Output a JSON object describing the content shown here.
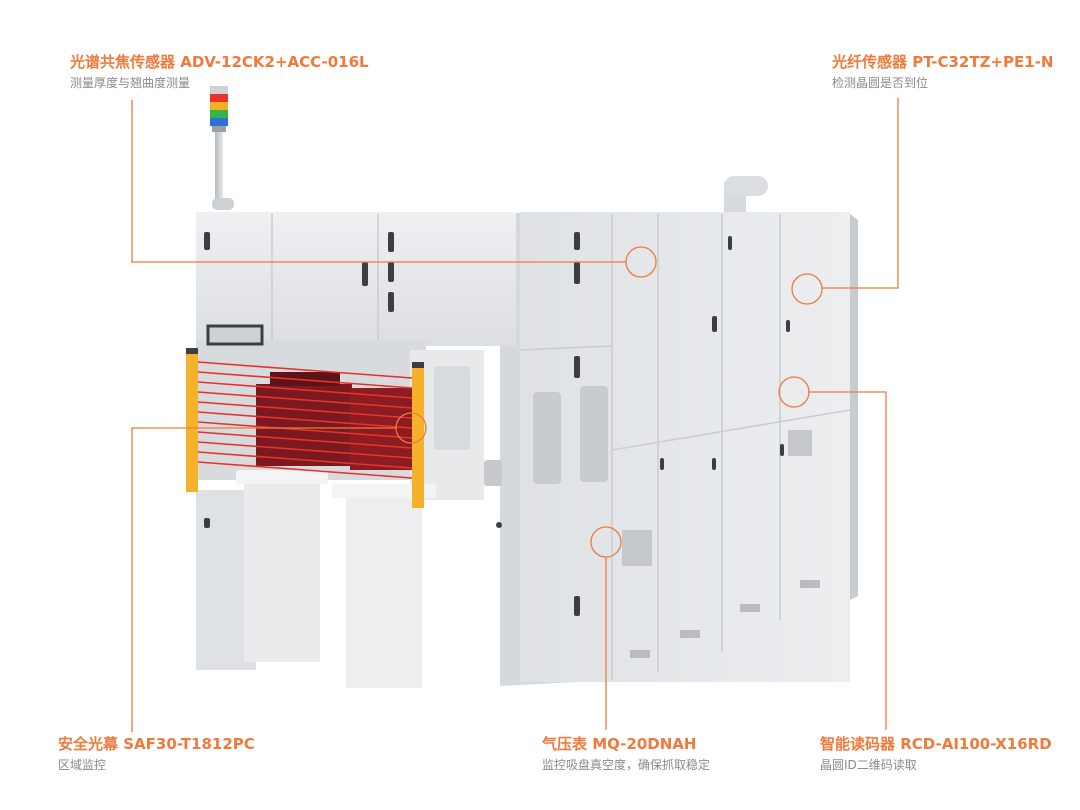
{
  "callouts": {
    "spectral_sensor": {
      "title": "光谱共焦传感器 ADV-12CK2+ACC-016L",
      "desc": "测量厚度与翘曲度测量"
    },
    "fiber_sensor": {
      "title": "光纤传感器 PT-C32TZ+PE1-N",
      "desc": "检测晶圆是否到位"
    },
    "light_curtain": {
      "title": "安全光幕  SAF30-T1812PC",
      "desc": "区域监控"
    },
    "pressure_gauge": {
      "title": "气压表  MQ-20DNAH",
      "desc": "监控吸盘真空度，确保抓取稳定"
    },
    "code_reader": {
      "title": "智能读码器 RCD-AI100-X16RD",
      "desc": "晶圆ID二维码读取"
    }
  },
  "colors": {
    "accent": "#f07a3c",
    "desc_text": "#8a8a8a",
    "machine_body": "#e6e8ea",
    "machine_shade": "#d2d5d8",
    "curtain_frame": "#f5b12a",
    "light_beam": "#e8322c",
    "wafer_box": "#8a1c22"
  },
  "icons": {
    "tower_light": "signal-tower-light-icon"
  }
}
